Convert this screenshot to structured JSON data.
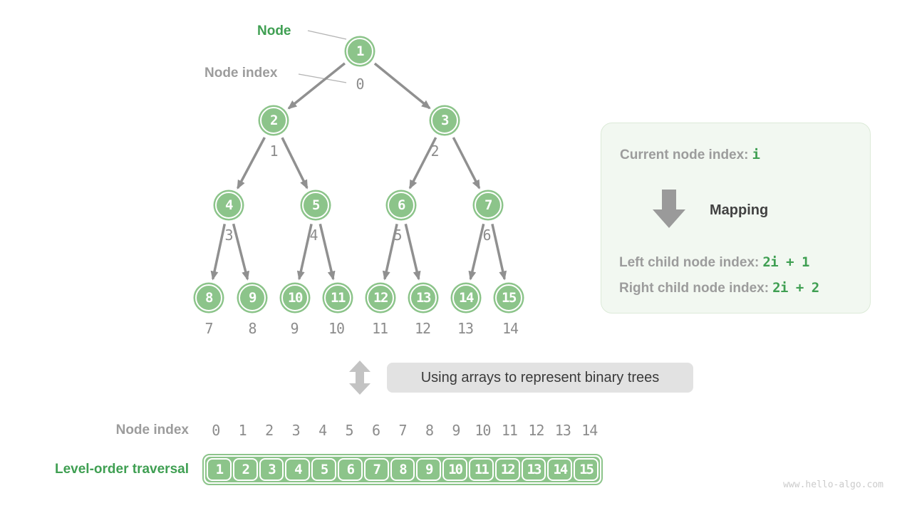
{
  "pointer_labels": {
    "node": "Node",
    "node_index": "Node index"
  },
  "tree": {
    "nodes": [
      {
        "value": "1",
        "index": "0"
      },
      {
        "value": "2",
        "index": "1"
      },
      {
        "value": "3",
        "index": "2"
      },
      {
        "value": "4",
        "index": "3"
      },
      {
        "value": "5",
        "index": "4"
      },
      {
        "value": "6",
        "index": "5"
      },
      {
        "value": "7",
        "index": "6"
      },
      {
        "value": "8",
        "index": "7"
      },
      {
        "value": "9",
        "index": "8"
      },
      {
        "value": "10",
        "index": "9"
      },
      {
        "value": "11",
        "index": "10"
      },
      {
        "value": "12",
        "index": "11"
      },
      {
        "value": "13",
        "index": "12"
      },
      {
        "value": "14",
        "index": "13"
      },
      {
        "value": "15",
        "index": "14"
      }
    ]
  },
  "panel": {
    "current_label": "Current node index:",
    "current_value": "i",
    "mapping_label": "Mapping",
    "left_label": "Left child node index:",
    "left_formula": "2i + 1",
    "right_label": "Right child node index:",
    "right_formula": "2i + 2"
  },
  "banner": {
    "text": "Using arrays to represent binary trees"
  },
  "bottom": {
    "index_label": "Node index",
    "traversal_label": "Level-order traversal",
    "indices": [
      "0",
      "1",
      "2",
      "3",
      "4",
      "5",
      "6",
      "7",
      "8",
      "9",
      "10",
      "11",
      "12",
      "13",
      "14"
    ],
    "values": [
      "1",
      "2",
      "3",
      "4",
      "5",
      "6",
      "7",
      "8",
      "9",
      "10",
      "11",
      "12",
      "13",
      "14",
      "15"
    ]
  },
  "watermark": "www.hello-algo.com",
  "colors": {
    "node_green": "#8cc48a",
    "text_green": "#3f9f52",
    "arrow_gray": "#909090",
    "index_gray": "#8c8c8c",
    "label_gray": "#9c9c9c",
    "panel_bg": "#f2f8f1",
    "panel_border": "#dcead8",
    "pill_bg": "#e2e2e2",
    "dark_text": "#424242",
    "watermark_gray": "#cbcbcb"
  }
}
